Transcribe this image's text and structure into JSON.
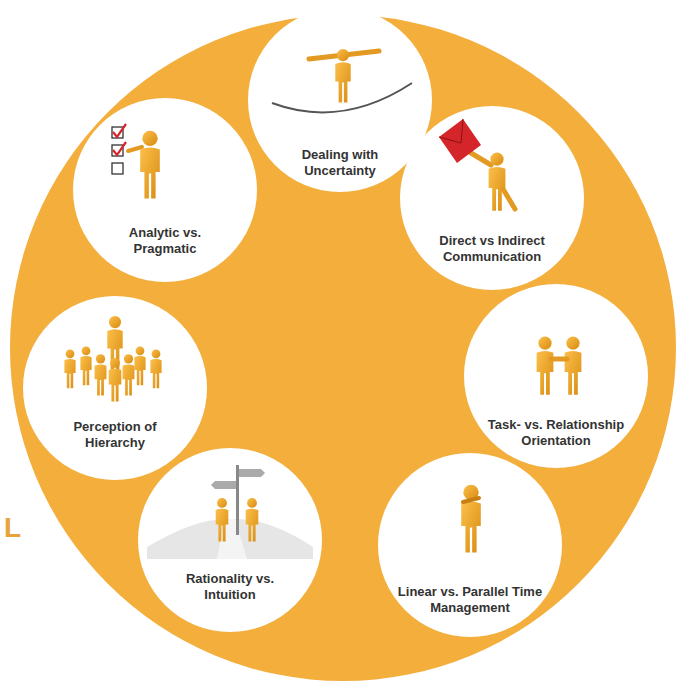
{
  "diagram": {
    "nodes": [
      {
        "text": [
          "Dealing with Uncertainty"
        ]
      },
      {
        "text": [
          "Direct vs Indirect Communication"
        ]
      },
      {
        "text": [
          "Task- vs. Relationship Orientation"
        ]
      },
      {
        "text": [
          "Linear vs. Parallel Time Management"
        ]
      },
      {
        "text": [
          "Rationality vs. Intuition"
        ]
      },
      {
        "text": [
          "Perception of Hierarchy"
        ]
      },
      {
        "text": [
          "Analytic vs. Pragmatic"
        ]
      }
    ],
    "labels": [
      "L"
    ]
  }
}
